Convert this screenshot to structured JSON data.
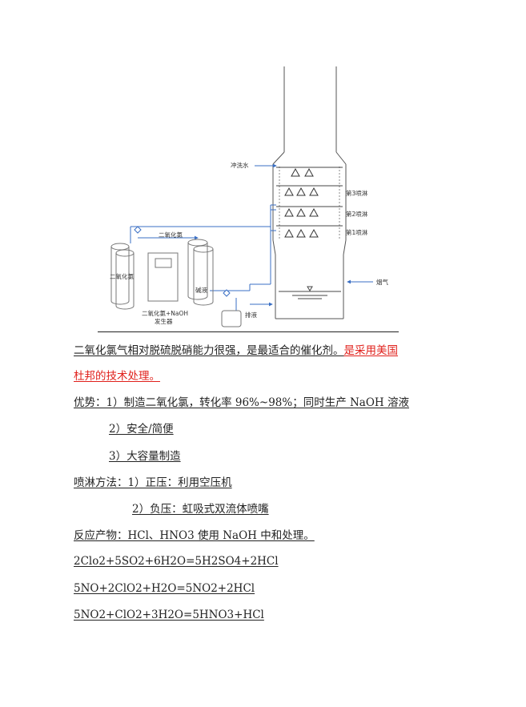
{
  "diagram": {
    "labels": {
      "flush_water": "冲洗水",
      "spray3": "第3喷淋",
      "spray2": "第2喷淋",
      "spray1": "第1喷淋",
      "chlorine_dioxide_pipe": "二氧化氯",
      "chlorine_dioxide_tank": "二氧化氯",
      "alkali": "碱液",
      "generator_line1": "二氧化氯+NaOH",
      "generator_line2": "发生器",
      "flue_gas": "烟气",
      "discharge": "排液"
    }
  },
  "text": {
    "para1_a": "二氧化氯气相对脱硫脱硝能力很强，是最适合的催化剂。",
    "para1_b": "是采用美国",
    "para1_c": "杜邦的技术处理。",
    "adv1": "优势：1）制造二氧化氯，转化率 96%~98%；同时生产 NaOH 溶液",
    "adv2": "2）安全/简便",
    "adv3": "3）大容量制造",
    "spray1": "喷淋方法：1）正压：利用空压机",
    "spray2": "2）负压：虹吸式双流体喷嘴",
    "products": "反应产物：HCl、HNO3 使用 NaOH 中和处理。",
    "eq1": "2Clo2+5SO2+6H2O=5H2SO4+2HCl",
    "eq2": "5NO+2ClO2+H2O=5NO2+2HCl",
    "eq3": "5NO2+ClO2+3H2O=5HNO3+HCl"
  },
  "colors": {
    "red_text": "#e0201b",
    "pipe_blue": "#3a6fc4"
  }
}
